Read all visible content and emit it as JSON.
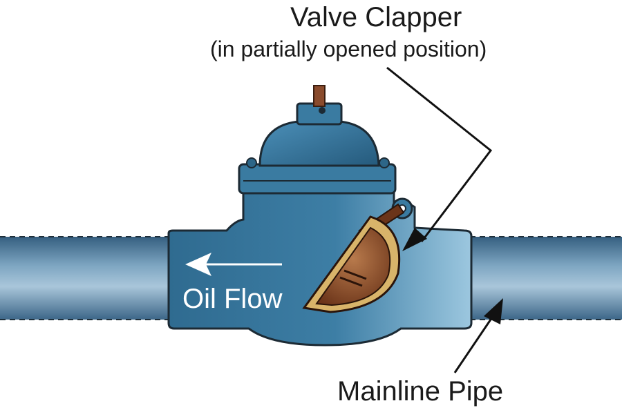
{
  "labels": {
    "clapper_title": "Valve Clapper",
    "clapper_note": "(in partially opened position)",
    "flow": "Oil Flow",
    "pipe": "Mainline Pipe"
  },
  "colors": {
    "pipe": "#3f6d8f",
    "pipe_highlight": "#8fb3cc",
    "body": "#2f6e93",
    "body_highlight": "#7fb4d3",
    "body_outline": "#1f2f3a",
    "stem": "#8a4b2c",
    "clapper": "#7a3d1f",
    "clapper_rim": "#d8b46a",
    "text": "#1a1a1a",
    "arrow": "#111111",
    "flow_arrow": "#ffffff"
  },
  "icons": {
    "flow_direction": "left-arrow-icon",
    "callout_arrows": "pointer-arrow-icon"
  }
}
